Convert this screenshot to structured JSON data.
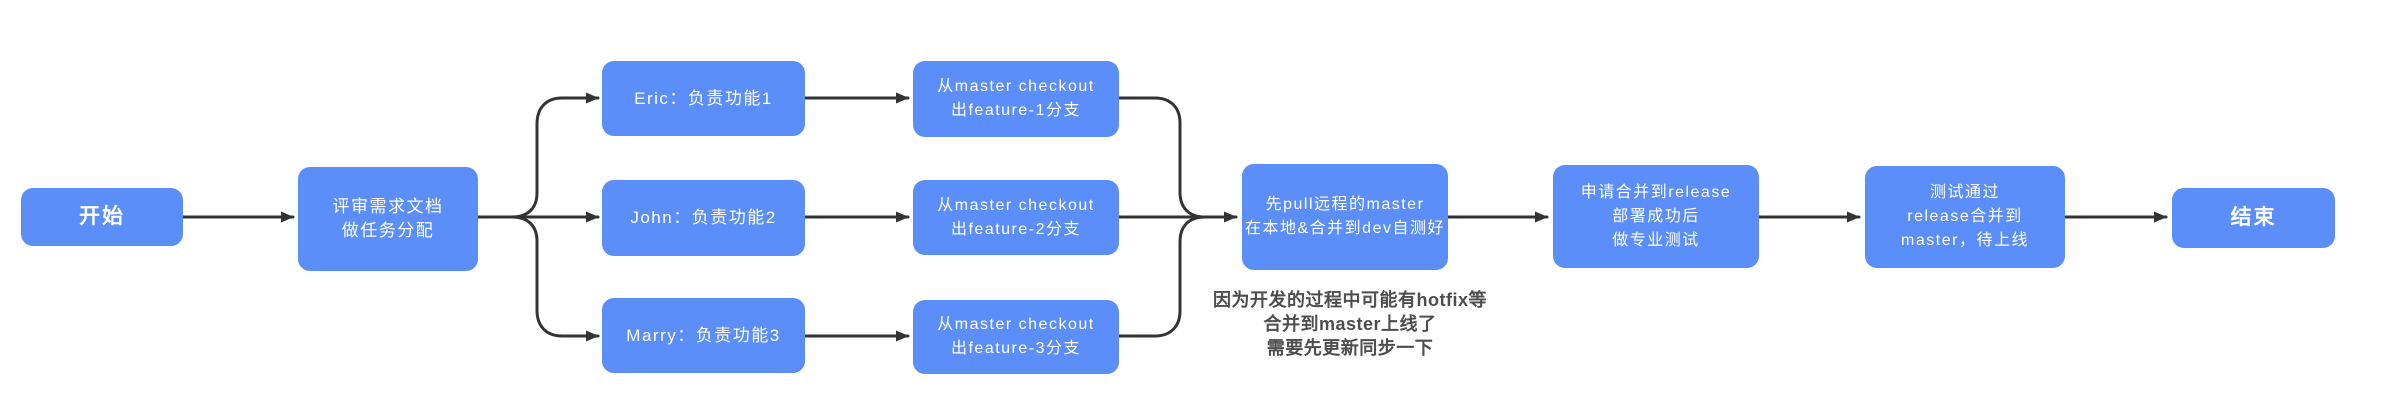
{
  "colors": {
    "node_fill": "#5b8ef8",
    "node_text": "#ffffff",
    "connector": "#333333",
    "note_text": "#4d4d4d"
  },
  "nodes": {
    "start": {
      "label": "开始"
    },
    "review": {
      "lines": [
        "评审需求文档",
        "做任务分配"
      ]
    },
    "eric": {
      "label": "Eric：负责功能1"
    },
    "john": {
      "label": "John：负责功能2"
    },
    "marry": {
      "label": "Marry：负责功能3"
    },
    "checkout1": {
      "lines": [
        "从master checkout",
        "出feature-1分支"
      ]
    },
    "checkout2": {
      "lines": [
        "从master checkout",
        "出feature-2分支"
      ]
    },
    "checkout3": {
      "lines": [
        "从master checkout",
        "出feature-3分支"
      ]
    },
    "pull": {
      "lines": [
        "先pull远程的master",
        "在本地&合并到dev自测好"
      ]
    },
    "release": {
      "lines": [
        "申请合并到release",
        "部署成功后",
        "做专业测试"
      ]
    },
    "test": {
      "lines": [
        "测试通过",
        "release合并到",
        "master，待上线"
      ]
    },
    "end": {
      "label": "结束"
    }
  },
  "note": {
    "lines": [
      "因为开发的过程中可能有hotfix等",
      "合并到master上线了",
      "需要先更新同步一下"
    ]
  }
}
